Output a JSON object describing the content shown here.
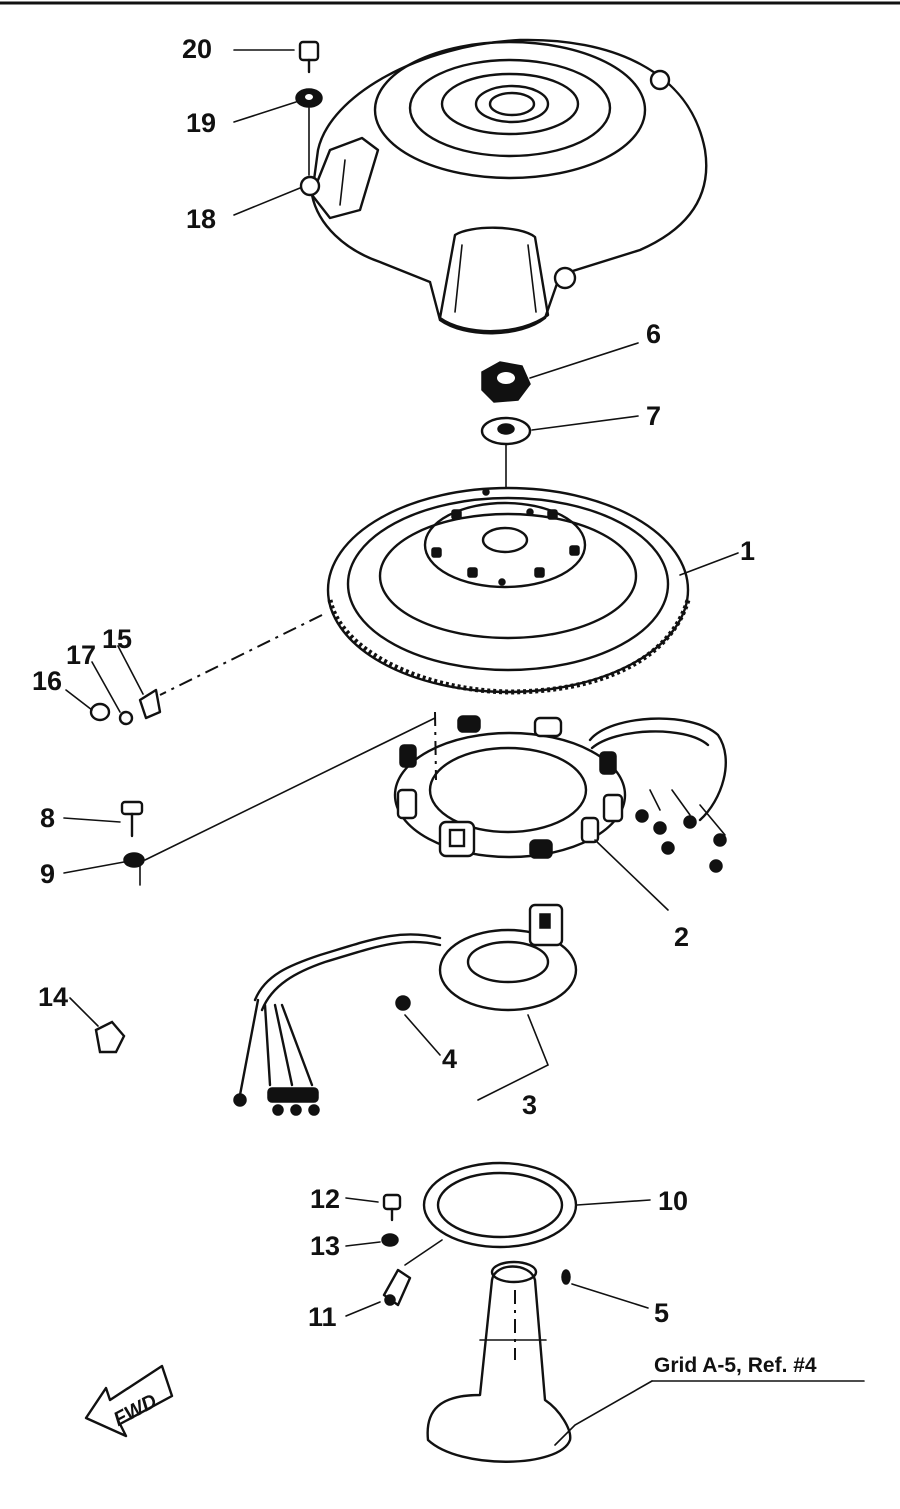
{
  "parts": {
    "p1": "1",
    "p2": "2",
    "p3": "3",
    "p4": "4",
    "p5": "5",
    "p6": "6",
    "p7": "7",
    "p8": "8",
    "p9": "9",
    "p10": "10",
    "p11": "11",
    "p12": "12",
    "p13": "13",
    "p14": "14",
    "p15": "15",
    "p16": "16",
    "p17": "17",
    "p18": "18",
    "p19": "19",
    "p20": "20"
  },
  "reference_label": "Grid A-5, Ref. #4",
  "fwd_label": "FWD"
}
